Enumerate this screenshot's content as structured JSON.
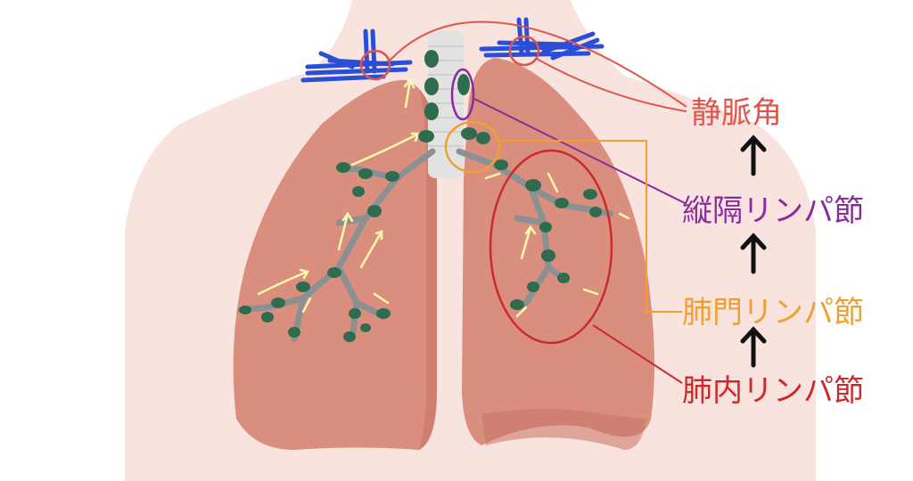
{
  "labels": {
    "venous_angle": "静脈角",
    "mediastinal_nodes": "縦隔リンパ節",
    "hilar_nodes": "肺門リンパ節",
    "intrapulmonary_nodes": "肺内リンパ節"
  },
  "colors": {
    "background": "#ffffff",
    "skin": "#f8e3de",
    "lung": "#d98e7e",
    "lung_shade": "#c97565",
    "trachea": "#e2e2e2",
    "bronchi": "#8b9193",
    "lymph_node": "#2e6b4f",
    "lymph_flow": "#fff9a8",
    "vein": "#2a4fd6",
    "venous_angle_label": "#e0544a",
    "mediastinal_label": "#8a2a9c",
    "hilar_label": "#f0a030",
    "intrapulmonary_label": "#cc2a2a",
    "arrow": "#111111"
  },
  "icons": [
    "up-arrow-icon"
  ]
}
